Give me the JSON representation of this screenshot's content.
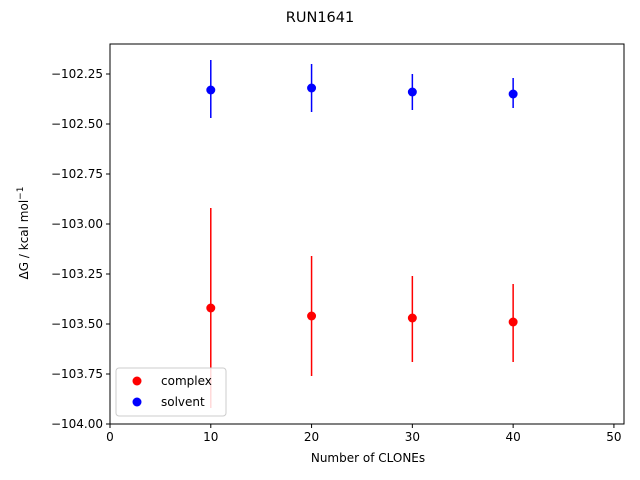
{
  "chart_data": {
    "type": "scatter",
    "title": "RUN1641",
    "xlabel": "Number of CLONEs",
    "ylabel": "ΔG / kcal mol",
    "ylabel_superscript": "−1",
    "xlim": [
      0,
      51
    ],
    "ylim": [
      -104.0,
      -102.1
    ],
    "xticks": [
      0,
      10,
      20,
      30,
      40,
      50
    ],
    "xtick_labels": [
      "0",
      "10",
      "20",
      "30",
      "40",
      "50"
    ],
    "yticks": [
      -104.0,
      -103.75,
      -103.5,
      -103.25,
      -103.0,
      -102.75,
      -102.5,
      -102.25
    ],
    "ytick_labels": [
      "−104.00",
      "−103.75",
      "−103.50",
      "−103.25",
      "−103.00",
      "−102.75",
      "−102.50",
      "−102.25"
    ],
    "grid": false,
    "legend_position": "lower-left",
    "series": [
      {
        "name": "complex",
        "color": "#ff0000",
        "x": [
          10,
          20,
          30,
          40
        ],
        "y": [
          -103.42,
          -103.46,
          -103.47,
          -103.49
        ],
        "err_low": [
          -103.92,
          -103.76,
          -103.69,
          -103.69
        ],
        "err_high": [
          -102.92,
          -103.16,
          -103.26,
          -103.3
        ]
      },
      {
        "name": "solvent",
        "color": "#0000ff",
        "x": [
          10,
          20,
          30,
          40
        ],
        "y": [
          -102.33,
          -102.32,
          -102.34,
          -102.35
        ],
        "err_low": [
          -102.47,
          -102.44,
          -102.43,
          -102.42
        ],
        "err_high": [
          -102.18,
          -102.2,
          -102.25,
          -102.27
        ]
      }
    ]
  }
}
